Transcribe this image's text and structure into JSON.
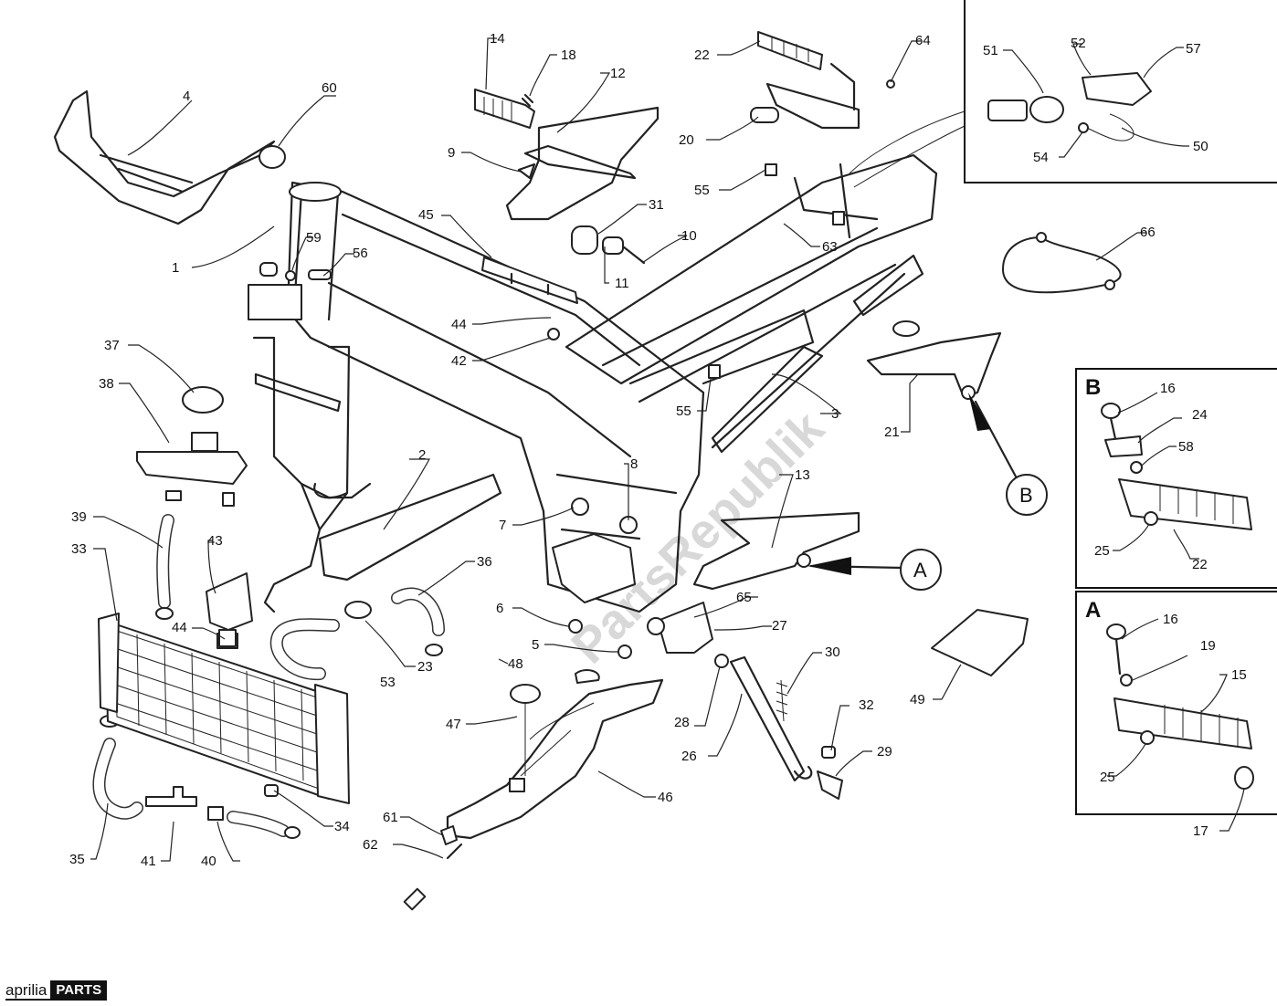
{
  "watermark": "PartsRepublik",
  "logo": {
    "brand": "aprilia",
    "suffix": "PARTS"
  },
  "insets": {
    "b_title": "B",
    "a_title": "A"
  },
  "callouts": {
    "a": "A",
    "b": "B"
  },
  "labels": {
    "l1": "1",
    "l2": "2",
    "l3": "3",
    "l4": "4",
    "l5": "5",
    "l6": "6",
    "l7": "7",
    "l8": "8",
    "l9": "9",
    "l10": "10",
    "l11": "11",
    "l12": "12",
    "l13": "13",
    "l14": "14",
    "l15": "15",
    "l16a": "16",
    "l16b": "16",
    "l17": "17",
    "l18": "18",
    "l19": "19",
    "l20": "20",
    "l21": "21",
    "l22a": "22",
    "l22b": "22",
    "l23": "23",
    "l24": "24",
    "l25a": "25",
    "l25b": "25",
    "l26": "26",
    "l27": "27",
    "l28": "28",
    "l29": "29",
    "l30": "30",
    "l31": "31",
    "l32": "32",
    "l33": "33",
    "l34": "34",
    "l35": "35",
    "l36": "36",
    "l37": "37",
    "l38": "38",
    "l39": "39",
    "l40": "40",
    "l41": "41",
    "l42": "42",
    "l43": "43",
    "l44a": "44",
    "l44b": "44",
    "l45": "45",
    "l46": "46",
    "l47": "47",
    "l48": "48",
    "l49": "49",
    "l50": "50",
    "l51": "51",
    "l52": "52",
    "l53": "53",
    "l54": "54",
    "l55a": "55",
    "l55b": "55",
    "l56": "56",
    "l57": "57",
    "l58": "58",
    "l59": "59",
    "l60": "60",
    "l61": "61",
    "l62": "62",
    "l63": "63",
    "l64": "64",
    "l65": "65",
    "l66": "66"
  }
}
